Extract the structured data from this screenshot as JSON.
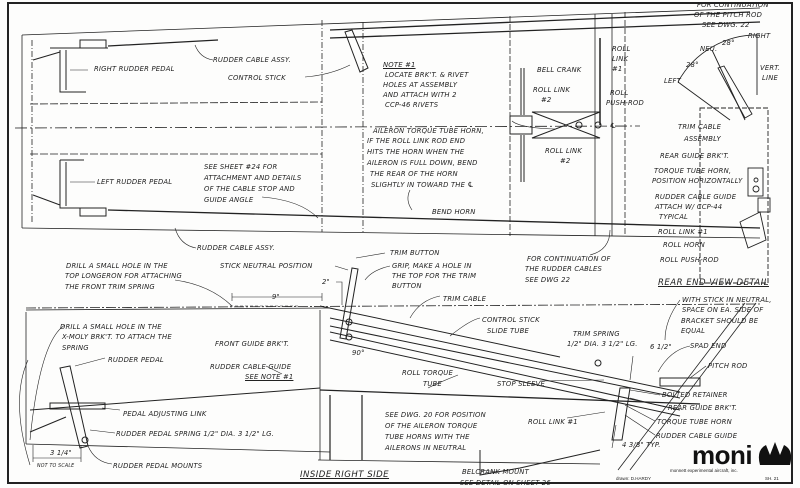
{
  "top_view": {
    "rudder_cable_assy_top": "RUDDER CABLE ASSY.",
    "right_rudder_pedal": "RIGHT RUDDER PEDAL",
    "control_stick": "CONTROL STICK",
    "note1_title": "NOTE #1",
    "note1_lines": [
      "LOCATE BRK'T. & RIVET",
      "HOLES AT ASSEMBLY",
      "AND ATTACH WITH 2",
      "CCP-46 RIVETS"
    ],
    "aileron_note": [
      "AILERON TORQUE TUBE HORN,",
      "IF THE ROLL LINK ROD END",
      "HITS THE HORN WHEN THE",
      "AILERON IS FULL DOWN, BEND",
      "THE REAR OF THE HORN",
      "SLIGHTLY IN TOWARD THE ℄"
    ],
    "bend_horn": "BEND HORN",
    "left_rudder_pedal": "LEFT RUDDER PEDAL",
    "see_sheet_24": [
      "SEE SHEET #24 FOR",
      "ATTACHMENT AND DETAILS",
      "OF THE CABLE STOP AND",
      "GUIDE ANGLE"
    ],
    "rudder_cable_assy_bottom": "RUDDER CABLE ASSY.",
    "bell_crank": "BELL CRANK",
    "roll_link_2_upper": [
      "ROLL LINK",
      "#2"
    ],
    "roll_link_2_lower": [
      "ROLL LINK",
      "#2"
    ],
    "roll_link_1": [
      "ROLL",
      "LINK",
      "#1"
    ],
    "roll_push_rod": [
      "ROLL",
      "PUSH-ROD"
    ],
    "pitch_rod_continuation": [
      "FOR CONTINUATION",
      "OF THE PITCH ROD",
      "SEE DWG. 22"
    ],
    "centerline": "℄"
  },
  "rear_view": {
    "right": "RIGHT",
    "neutral": "NEU.",
    "angle_right": "28°",
    "angle_left": "28°",
    "left": "LEFT",
    "vert_line": [
      "VERT.",
      "LINE"
    ],
    "trim_cable_assembly": [
      "TRIM CABLE",
      "ASSEMBLY"
    ],
    "rear_guide_brkt": "REAR GUIDE BRK'T.",
    "torque_tube_horn": [
      "TORQUE TUBE HORN,",
      "POSITION HORIZONTALLY"
    ],
    "rudder_cable_guide": [
      "RUDDER CABLE GUIDE",
      "ATTACH W/ CCP-44",
      "TYPICAL"
    ],
    "roll_link_1": "ROLL LINK #1",
    "roll_horn": "ROLL HORN",
    "roll_push_rod": "ROLL PUSH-ROD",
    "title": "REAR END VIEW DETAIL"
  },
  "side_view": {
    "rudder_cables_continuation": [
      "FOR CONTINUATION OF",
      "THE RUDDER CABLES",
      "SEE DWG 22"
    ],
    "drill_longeron": [
      "DRILL A SMALL HOLE IN THE",
      "TOP LONGERON FOR ATTACHING",
      "THE FRONT TRIM SPRING"
    ],
    "stick_neutral": "STICK NEUTRAL POSITION",
    "trim_button": "TRIM BUTTON",
    "grip_note": [
      "GRIP, MAKE A HOLE IN",
      "THE TOP FOR THE TRIM",
      "BUTTON"
    ],
    "dim_9": "9\"",
    "dim_2": "2\"",
    "dim_90": "90°",
    "trim_cable": "TRIM CABLE",
    "slide_tube": [
      "CONTROL STICK",
      "SLIDE TUBE"
    ],
    "trim_spring": [
      "TRIM SPRING",
      "1/2\" DIA. 3 1/2\" LG."
    ],
    "stick_neutral_note": [
      "WITH STICK IN NEUTRAL,",
      "SPACE ON EA. SIDE OF",
      "BRACKET SHOULD BE",
      "EQUAL"
    ],
    "dim_6_5": "6 1/2\"",
    "spad_end": "SPAD END",
    "pitch_rod": "PITCH ROD",
    "front_guide_brkt": "FRONT GUIDE BRK'T.",
    "drill_xmoly": [
      "DRILL A SMALL HOLE IN THE",
      "X-MOLY BRK'T. TO ATTACH THE",
      "SPRING"
    ],
    "rudder_pedal": "RUDDER PEDAL",
    "rudder_cable_guide_note": [
      "RUDDER CABLE GUIDE",
      "SEE NOTE #1"
    ],
    "roll_torque_tube": [
      "ROLL TORQUE",
      "TUBE"
    ],
    "stop_sleeve": "STOP SLEEVE",
    "bolted_retainer": "BOLTED RETAINER",
    "rear_guide_brkt": "REAR GUIDE BRK'T.",
    "see_dwg_20": [
      "SEE DWG. 20 FOR POSITION",
      "OF THE AILERON TORQUE",
      "TUBE HORNS WITH THE",
      "AILERONS IN NEUTRAL"
    ],
    "roll_link_1": "ROLL LINK #1",
    "torque_tube_horn": "TORQUE TUBE HORN",
    "dim_4_375": "4 3/8\" TYP.",
    "rudder_cable_guide": "RUDDER CABLE GUIDE",
    "pedal_adjusting_link": "PEDAL ADJUSTING LINK",
    "rudder_pedal_spring": "RUDDER PEDAL SPRING 1/2\" DIA. 3 1/2\" LG.",
    "dim_3_25": "3 1/4\"",
    "not_to_scale": "NOT TO SCALE",
    "rudder_pedal_mounts": "RUDDER PEDAL MOUNTS",
    "title": "INSIDE RIGHT SIDE",
    "belcrank_mount": [
      "BELCRANK MOUNT",
      "SEE DETAIL ON SHEET 26"
    ]
  },
  "title_block": {
    "logo": "moni",
    "company": "monnett experimental aircraft, inc.",
    "drawn": "drawn: D.HARDY",
    "sheet": "SH. 21"
  }
}
